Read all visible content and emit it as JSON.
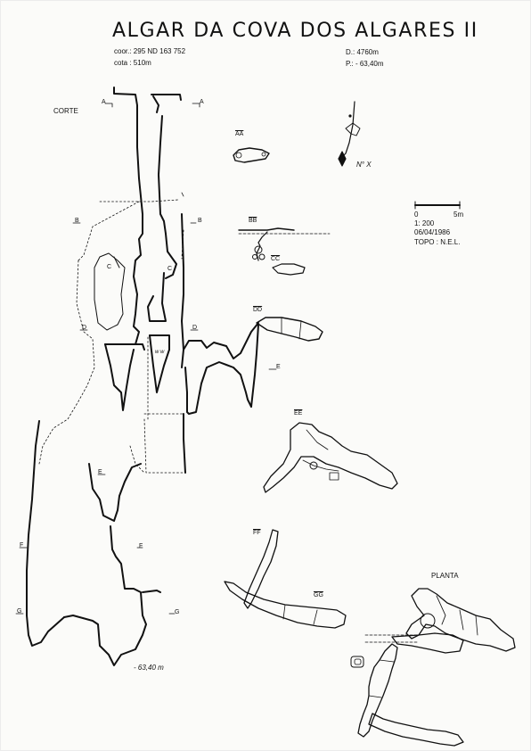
{
  "header": {
    "title": "ALGAR DA COVA DOS ALGARES II",
    "coords": "coor.: 295  ND  163  752",
    "elevation": "cota : 510m",
    "development": "D.: 4760m",
    "depth": "P.: - 63,40m"
  },
  "legend": {
    "scale_start": "0",
    "scale_end": "5m",
    "ratio": "1: 200",
    "date": "06/04/1986",
    "surveyors": "TOPO : N.E.L."
  },
  "labels": {
    "corte": "CORTE",
    "planta": "PLANTA",
    "depth_mark": "- 63,40 m",
    "compass_note": "N° X",
    "speleothem_note": "w w",
    "sec_A": "A",
    "sec_B": "B",
    "sec_C": "C",
    "sec_D": "D",
    "sec_E": "E",
    "sec_F": "F",
    "sec_G": "G",
    "sec_AA": "AA",
    "sec_BB": "BB",
    "sec_CC": "CC",
    "sec_DD": "DD",
    "sec_EE": "EE",
    "sec_FF": "FF",
    "sec_GG": "GG"
  },
  "colors": {
    "ink": "#111111",
    "paper": "#fbfbf9"
  }
}
